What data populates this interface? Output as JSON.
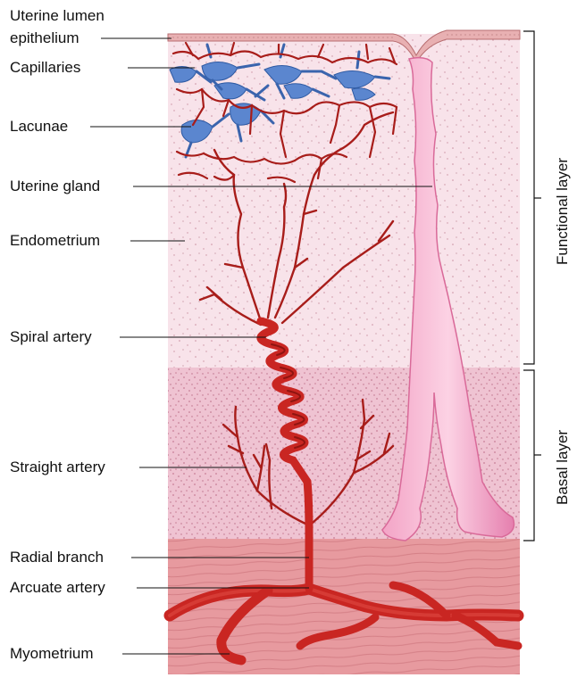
{
  "figure": {
    "labels": {
      "uterine_lumen_line1": "Uterine lumen",
      "uterine_lumen_line2": "epithelium",
      "capillaries": "Capillaries",
      "lacunae": "Lacunae",
      "uterine_gland": "Uterine gland",
      "endometrium": "Endometrium",
      "spiral_artery": "Spiral artery",
      "straight_artery": "Straight artery",
      "radial_branch": "Radial branch",
      "arcuate_artery": "Arcuate artery",
      "myometrium": "Myometrium"
    },
    "layers": {
      "functional": "Functional layer",
      "basal": "Basal layer"
    }
  },
  "colors": {
    "functional_layer": "#f8e3ea",
    "basal_layer": "#efc3d2",
    "myometrium": "#e79a9f",
    "artery": "#c0201d",
    "artery_dark": "#8e1410",
    "lacunae": "#4a78c2",
    "gland": "#f090b8",
    "epithelium": "#e5a6a8"
  }
}
